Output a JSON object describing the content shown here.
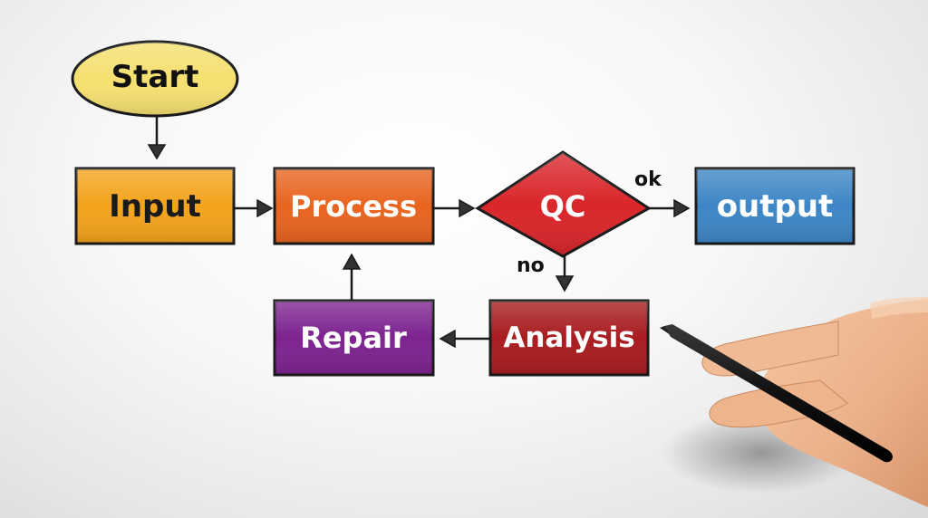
{
  "diagram": {
    "nodes": {
      "start": {
        "label": "Start",
        "shape": "ellipse",
        "fill": "#f5e070",
        "text_color": "#111111"
      },
      "input": {
        "label": "Input",
        "shape": "rectangle",
        "fill": "#f3a31b",
        "text_color": "#1a1a1a"
      },
      "process": {
        "label": "Process",
        "shape": "rectangle",
        "fill": "#e8641f",
        "text_color": "#ffffff"
      },
      "qc": {
        "label": "QC",
        "shape": "diamond",
        "fill": "#d9262a",
        "text_color": "#ffffff"
      },
      "output": {
        "label": "output",
        "shape": "rectangle",
        "fill": "#3d86c6",
        "text_color": "#ffffff"
      },
      "analysis": {
        "label": "Analysis",
        "shape": "rectangle",
        "fill": "#a81c1f",
        "text_color": "#ffffff"
      },
      "repair": {
        "label": "Repair",
        "shape": "rectangle",
        "fill": "#7d2390",
        "text_color": "#ffffff"
      }
    },
    "edges": [
      {
        "from": "start",
        "to": "input",
        "label": ""
      },
      {
        "from": "input",
        "to": "process",
        "label": ""
      },
      {
        "from": "process",
        "to": "qc",
        "label": ""
      },
      {
        "from": "qc",
        "to": "output",
        "label": "ok"
      },
      {
        "from": "qc",
        "to": "analysis",
        "label": "no"
      },
      {
        "from": "analysis",
        "to": "repair",
        "label": ""
      },
      {
        "from": "repair",
        "to": "process",
        "label": ""
      }
    ],
    "outline_color": "#1a1a1a"
  }
}
